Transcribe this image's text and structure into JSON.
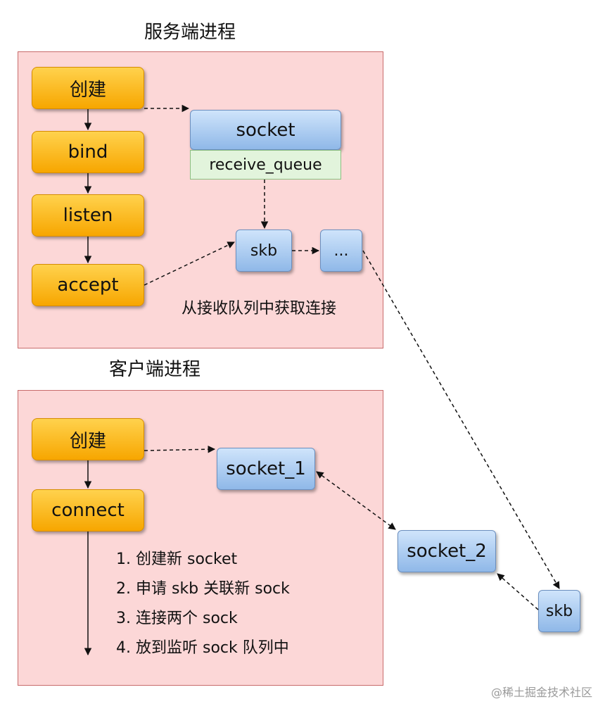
{
  "server": {
    "title": "服务端进程",
    "steps": [
      "创建",
      "bind",
      "listen",
      "accept"
    ],
    "socket_label": "socket",
    "queue_label": "receive_queue",
    "skb_label": "skb",
    "more_label": "...",
    "caption": "从接收队列中获取连接"
  },
  "client": {
    "title": "客户端进程",
    "steps": [
      "创建",
      "connect"
    ],
    "socket1_label": "socket_1",
    "notes": [
      "1. 创建新 socket",
      "2. 申请 skb 关联新 sock",
      "3. 连接两个 sock",
      "4. 放到监听 sock 队列中"
    ]
  },
  "socket2_label": "socket_2",
  "skb_label": "skb",
  "watermark": "@稀土掘金技术社区",
  "colors": {
    "region_fill": "#fcd7d7",
    "region_border": "#c86b6b",
    "step_fill": "#f7a600",
    "blue_fill": "#8fb8e8",
    "green_fill": "#e2f4dc"
  }
}
